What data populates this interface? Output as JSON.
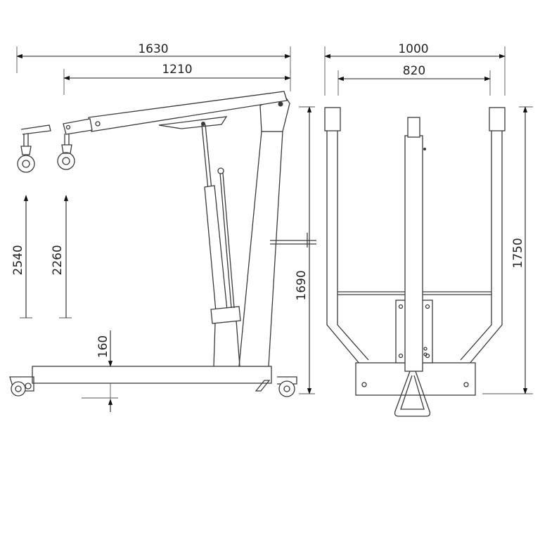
{
  "dimensions": {
    "overall_length": "1630",
    "boom_reach": "1210",
    "width_overall": "1000",
    "width_inner": "820",
    "max_height_extended": "2540",
    "max_height_retracted": "2260",
    "mast_height": "1690",
    "folded_height": "1750",
    "leg_clearance": "160"
  },
  "colors": {
    "line": "#3a3a3a",
    "dimension": "#222222",
    "background": "#ffffff"
  }
}
